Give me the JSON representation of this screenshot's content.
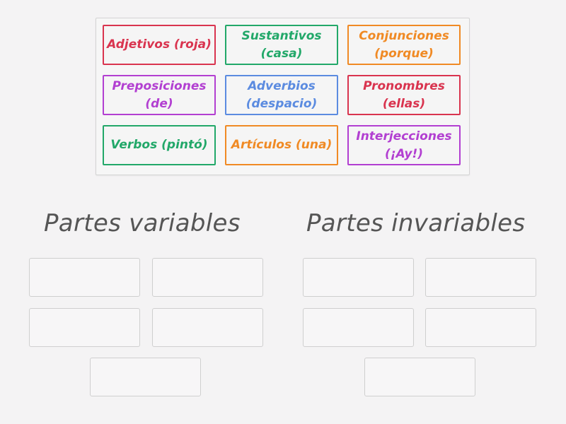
{
  "cards": [
    {
      "label": "Adjetivos (roja)",
      "color": "#d9344f"
    },
    {
      "label": "Sustantivos (casa)",
      "color": "#22a869"
    },
    {
      "label": "Conjunciones (porque)",
      "color": "#f08a24"
    },
    {
      "label": "Preposiciones (de)",
      "color": "#b23fd1"
    },
    {
      "label": "Adverbios (despacio)",
      "color": "#5b8be0"
    },
    {
      "label": "Pronombres (ellas)",
      "color": "#d9344f"
    },
    {
      "label": "Verbos (pintó)",
      "color": "#22a869"
    },
    {
      "label": "Artículos (una)",
      "color": "#f08a24"
    },
    {
      "label": "Interjecciones (¡Ay!)",
      "color": "#b23fd1"
    }
  ],
  "groups": [
    {
      "title": "Partes variables",
      "slot_count": 5
    },
    {
      "title": "Partes invariables",
      "slot_count": 5
    }
  ]
}
